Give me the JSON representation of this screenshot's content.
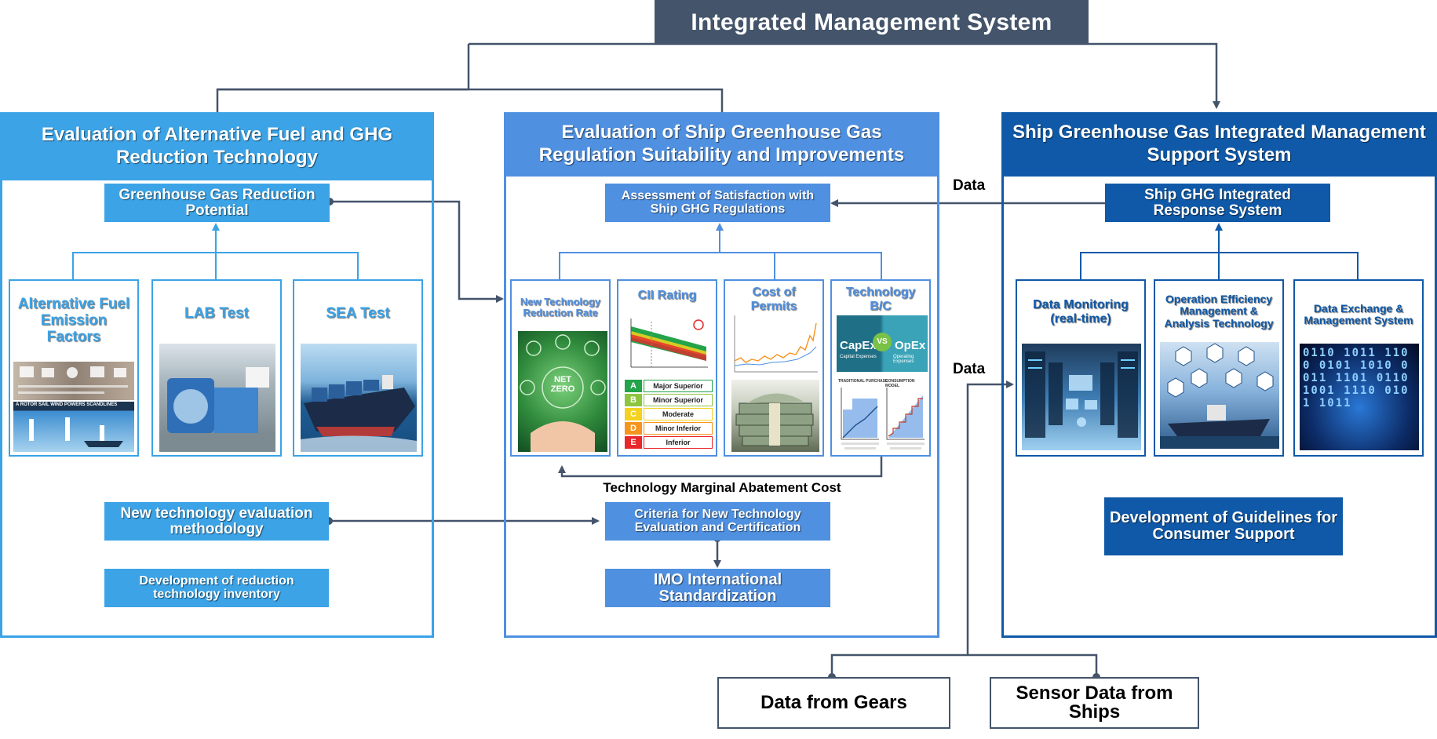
{
  "title": "Integrated Management System",
  "colors": {
    "title_bg": "#44546a",
    "col1": "#3ba3e6",
    "col2": "#4f90e0",
    "col3": "#0f59a8",
    "connector": "#44546a"
  },
  "col1": {
    "heading": "Evaluation of Alternative Fuel and GHG Reduction Technology",
    "potential": "Greenhouse Gas Reduction Potential",
    "cards": [
      {
        "label": "Alternative Fuel Emission Factors"
      },
      {
        "label": "LAB Test"
      },
      {
        "label": "SEA Test"
      }
    ],
    "poster_caption": "A ROTOR SAIL WIND POWERS SCANDLINES",
    "methodology": "New technology evaluation methodology",
    "inventory": "Development of reduction technology inventory"
  },
  "col2": {
    "heading": "Evaluation of Ship Greenhouse Gas Regulation Suitability and Improvements",
    "assessment": "Assessment of Satisfaction with Ship GHG Regulations",
    "cards": [
      {
        "label": "New Technology Reduction Rate",
        "badge": "NET ZERO"
      },
      {
        "label": "CII Rating"
      },
      {
        "label": "Cost of Permits"
      },
      {
        "label": "Technology B/C",
        "capex": "CapEx",
        "vs": "VS",
        "opex": "OpEx",
        "capex_sub": "Capital Expenses",
        "opex_sub": "Operating Expenses",
        "trad": "TRADITIONAL PURCHASE",
        "cons": "CONSUMPTION MODEL"
      }
    ],
    "cii_grades": [
      {
        "letter": "A",
        "label": "Major Superior",
        "color": "#23a34a"
      },
      {
        "letter": "B",
        "label": "Minor Superior",
        "color": "#8cc63f"
      },
      {
        "letter": "C",
        "label": "Moderate",
        "color": "#f4d21f"
      },
      {
        "letter": "D",
        "label": "Minor Inferior",
        "color": "#f7941d"
      },
      {
        "letter": "E",
        "label": "Inferior",
        "color": "#e8262b"
      }
    ],
    "mac_label": "Technology Marginal Abatement Cost",
    "criteria": "Criteria for New Technology Evaluation and Certification",
    "imo": "IMO International Standardization"
  },
  "col3": {
    "heading": "Ship Greenhouse Gas Integrated Management Support System",
    "response": "Ship GHG Integrated Response System",
    "cards": [
      {
        "label": "Data Monitoring (real-time)"
      },
      {
        "label": "Operation Efficiency Management & Analysis Technology"
      },
      {
        "label": "Data Exchange & Management System"
      }
    ],
    "binary_text": "0110 1011 1100 0101 1010 0011 1101 0110 1001 1110 0101 1011",
    "guidelines": "Development of Guidelines for Consumer Support"
  },
  "data_label_1": "Data",
  "data_label_2": "Data",
  "sources": {
    "gears": "Data from Gears",
    "sensor": "Sensor Data from Ships"
  }
}
